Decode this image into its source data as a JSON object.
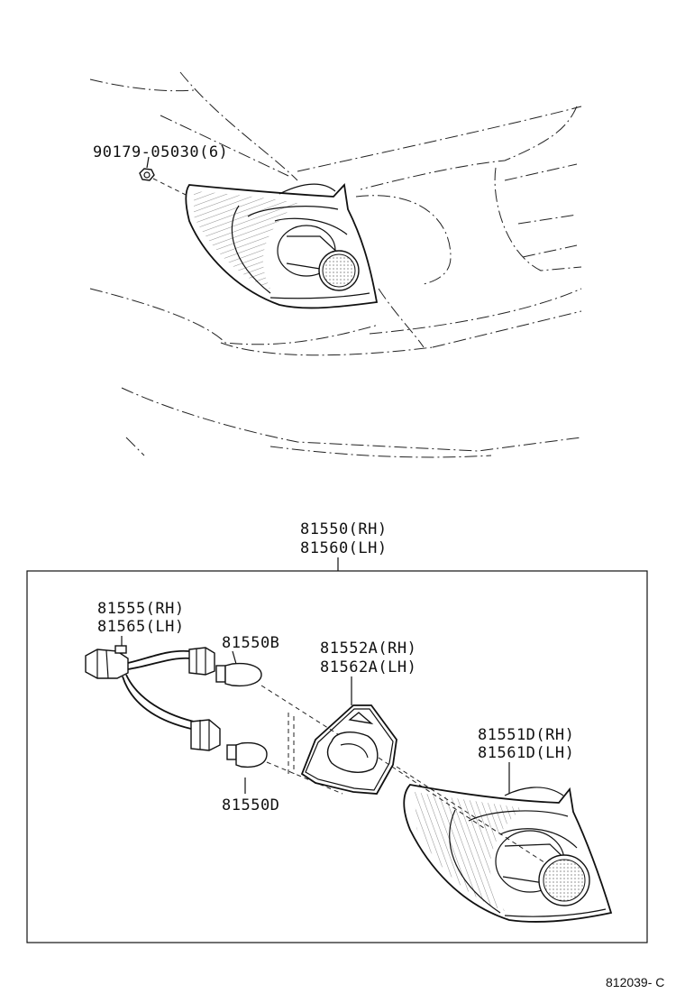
{
  "labels": {
    "nut": "90179-05030(6)",
    "assy_rh": "81550(RH)",
    "assy_lh": "81560(LH)",
    "socket_rh": "81555(RH)",
    "socket_lh": "81565(LH)",
    "bulb_b": "81550B",
    "bulb_d": "81550D",
    "gasket_rh": "81552A(RH)",
    "gasket_lh": "81562A(LH)",
    "lens_rh": "81551D(RH)",
    "lens_lh": "81561D(LH)"
  },
  "figure_code": "812039- C"
}
